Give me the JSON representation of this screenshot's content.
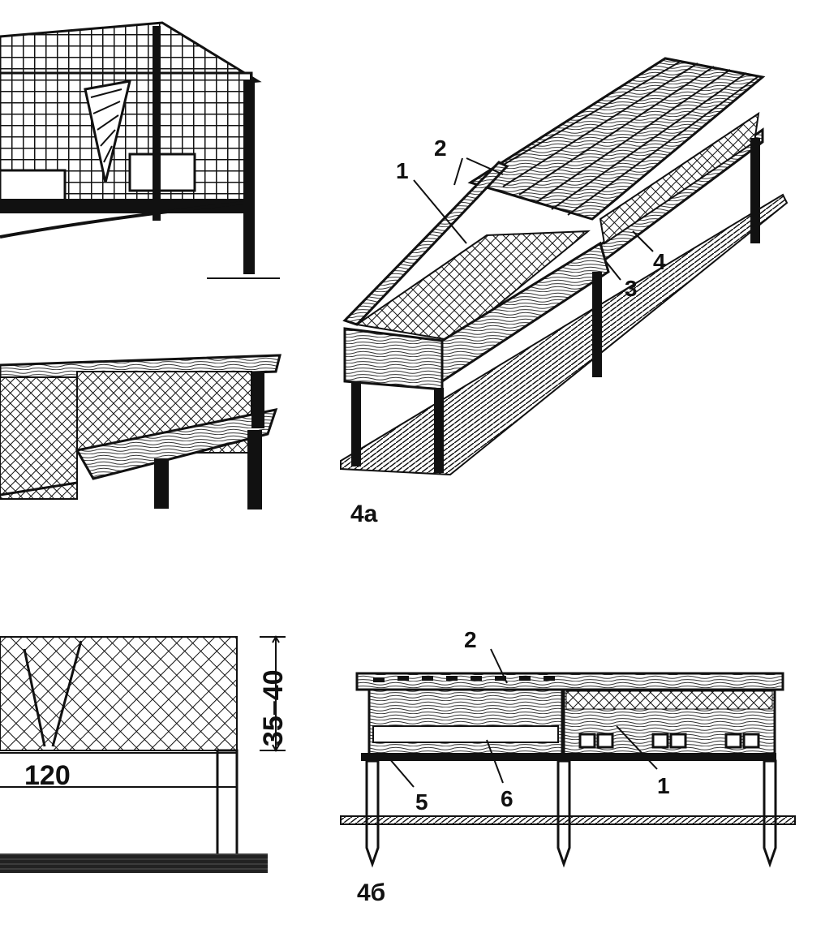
{
  "figure_labels": {
    "fig_4a": "4а",
    "fig_4b": "4б"
  },
  "callouts_4a": {
    "c1": "1",
    "c2": "2",
    "c3": "3",
    "c4": "4"
  },
  "callouts_4b": {
    "c1": "1",
    "c2": "2",
    "c5": "5",
    "c6": "6"
  },
  "dimensions": {
    "width": "120",
    "height": "35–40"
  }
}
